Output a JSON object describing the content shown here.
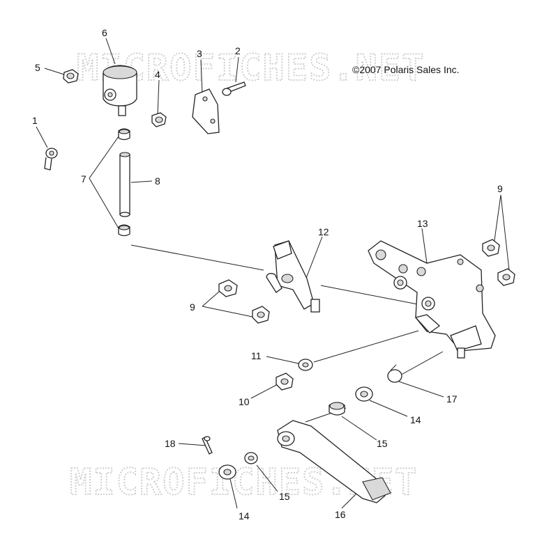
{
  "watermark": {
    "top_text": "MICROFICHES.NET",
    "bottom_text": "MICROFICHES.NET"
  },
  "copyright": "©2007 Polaris Sales Inc.",
  "callouts": {
    "c1": "1",
    "c2": "2",
    "c3": "3",
    "c4": "4",
    "c5": "5",
    "c6": "6",
    "c7": "7",
    "c8": "8",
    "c9a": "9",
    "c9b": "9",
    "c10": "10",
    "c11": "11",
    "c12": "12",
    "c13": "13",
    "c14a": "14",
    "c14b": "14",
    "c15a": "15",
    "c15b": "15",
    "c16": "16",
    "c17": "17",
    "c18": "18"
  }
}
